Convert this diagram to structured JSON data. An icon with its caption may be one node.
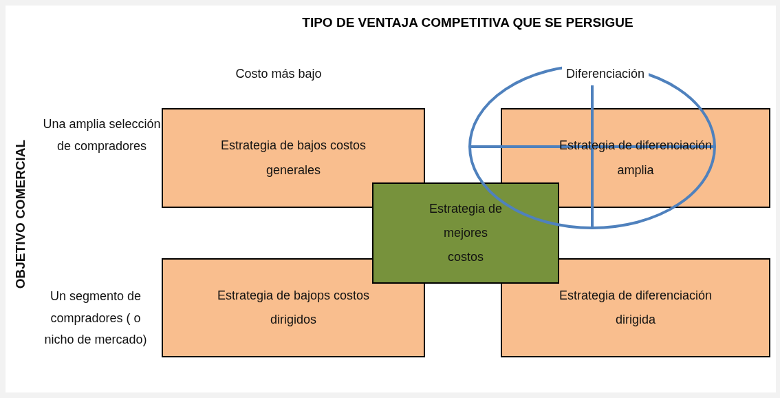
{
  "diagram": {
    "title": "TIPO DE VENTAJA COMPETITIVA QUE SE PERSIGUE",
    "nodes": [
      {
        "text": [
          "Estrategia de bajos costos generales"
        ]
      },
      {
        "text": [
          "Estrategia de diferenciación amplia"
        ]
      },
      {
        "text": [
          "Estrategia de bajops costos dirigidos"
        ]
      },
      {
        "text": [
          "Estrategia de diferenciación dirigida"
        ]
      },
      {
        "text": [
          "Estrategia de mejores costos"
        ]
      }
    ],
    "labels": [
      "Costo más bajo",
      "Diferenciación",
      "OBJETIVO COMERCIAL",
      "Una amplia selección de compradores",
      "Un segmento de compradores ( o nicho de mercado)"
    ]
  }
}
